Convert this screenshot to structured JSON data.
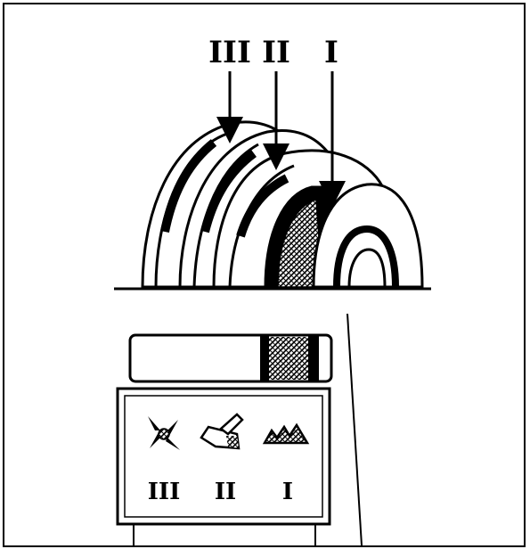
{
  "labels": {
    "top": {
      "iii": "III",
      "ii": "II",
      "i": "I"
    },
    "panel": {
      "iii": "III",
      "ii": "II",
      "i": "I"
    }
  },
  "icons": {
    "iii": "leaf-pinwheel-icon",
    "ii": "plow-icon",
    "i": "mountain-peaks-icon"
  },
  "colors": {
    "ink": "#000000",
    "paper": "#ffffff"
  }
}
